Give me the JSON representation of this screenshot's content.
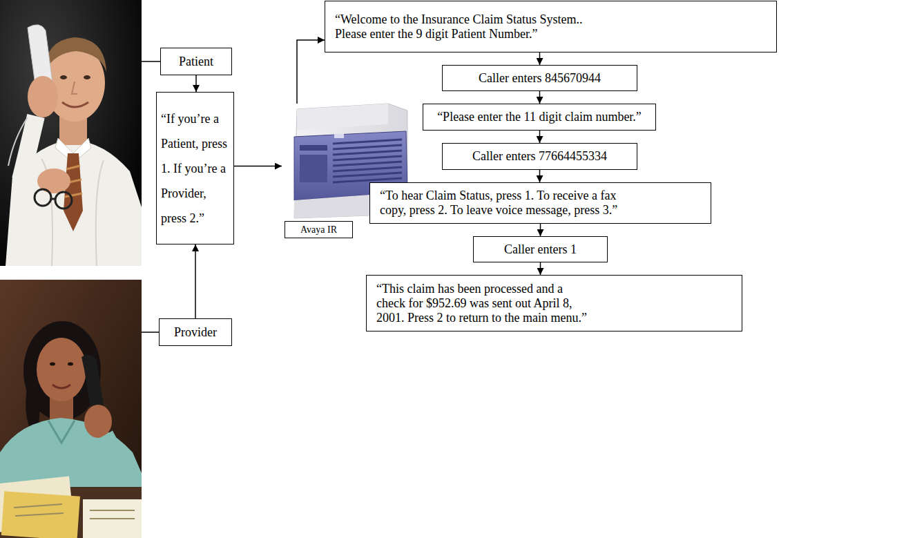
{
  "diagram": {
    "nodes": [
      {
        "text": [
          "Patient"
        ]
      },
      {
        "text": [
          "“If you’re a Patient, press 1. If you’re a Provider, press 2.”"
        ]
      },
      {
        "text": [
          "Provider"
        ]
      },
      {
        "text": [
          "Avaya IR"
        ]
      },
      {
        "text": [
          "“Welcome to the Insurance Claim Status System.. Please enter the 9 digit Patient Number.”"
        ]
      },
      {
        "text": [
          "Caller enters 845670944"
        ]
      },
      {
        "text": [
          "“Please enter the 11 digit claim number.”"
        ]
      },
      {
        "text": [
          "Caller enters 77664455334"
        ]
      },
      {
        "text": [
          "“To hear Claim Status, press 1. To receive a fax copy, press 2. To leave voice message, press 3.”"
        ]
      },
      {
        "text": [
          "Caller enters 1"
        ]
      },
      {
        "text": [
          "“This claim has been processed and a check for $952.69 was sent out April 8, 2001. Press 2 to return to the main menu.”"
        ]
      }
    ],
    "edges": [
      {
        "from": 0,
        "to": 1,
        "arrow": "to"
      },
      {
        "from": 2,
        "to": 1,
        "arrow": "to"
      },
      {
        "from": 1,
        "to": 3,
        "arrow": "to"
      },
      {
        "from": 3,
        "to": 4,
        "arrow": "to"
      },
      {
        "from": 4,
        "to": 5,
        "arrow": "to"
      },
      {
        "from": 5,
        "to": 6,
        "arrow": "to"
      },
      {
        "from": 6,
        "to": 7,
        "arrow": "to"
      },
      {
        "from": 7,
        "to": 8,
        "arrow": "to"
      },
      {
        "from": 8,
        "to": 9,
        "arrow": "to"
      },
      {
        "from": 9,
        "to": 10,
        "arrow": "to"
      }
    ]
  }
}
